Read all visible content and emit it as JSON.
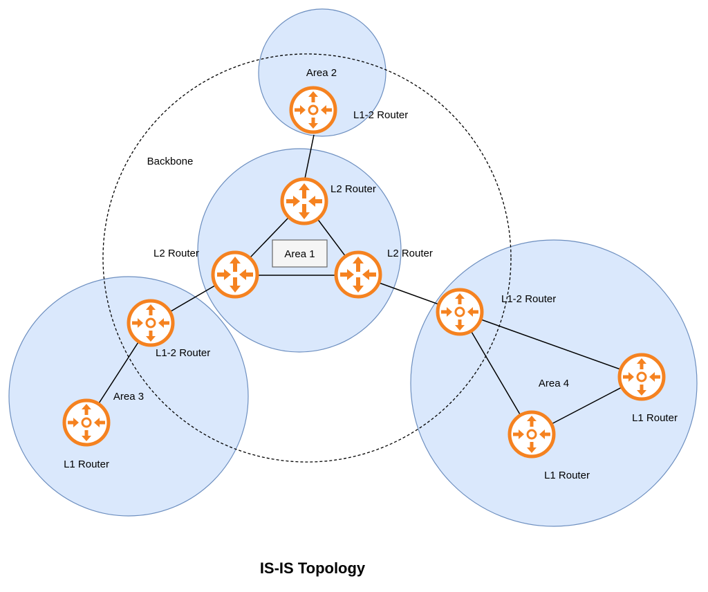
{
  "title": "IS-IS Topology",
  "colors": {
    "router_orange": "#f58220",
    "area_fill": "#dae8fc",
    "area_stroke": "#6c8ebf"
  },
  "areas": {
    "area1": "Area 1",
    "area2": "Area 2",
    "area3": "Area 3",
    "area4": "Area 4",
    "backbone": "Backbone"
  },
  "routers": {
    "a2_l12": "L1-2 Router",
    "a1_top": "L2 Router",
    "a1_left": "L2 Router",
    "a1_right": "L2 Router",
    "a3_l12": "L1-2 Router",
    "a3_l1": "L1 Router",
    "a4_l12": "L1-2 Router",
    "a4_l1_right": "L1 Router",
    "a4_l1_bottom": "L1 Router"
  },
  "icons": {
    "l2_router": "router-l2-icon",
    "l12_router": "router-l12-icon",
    "l1_router": "router-l1-icon"
  }
}
